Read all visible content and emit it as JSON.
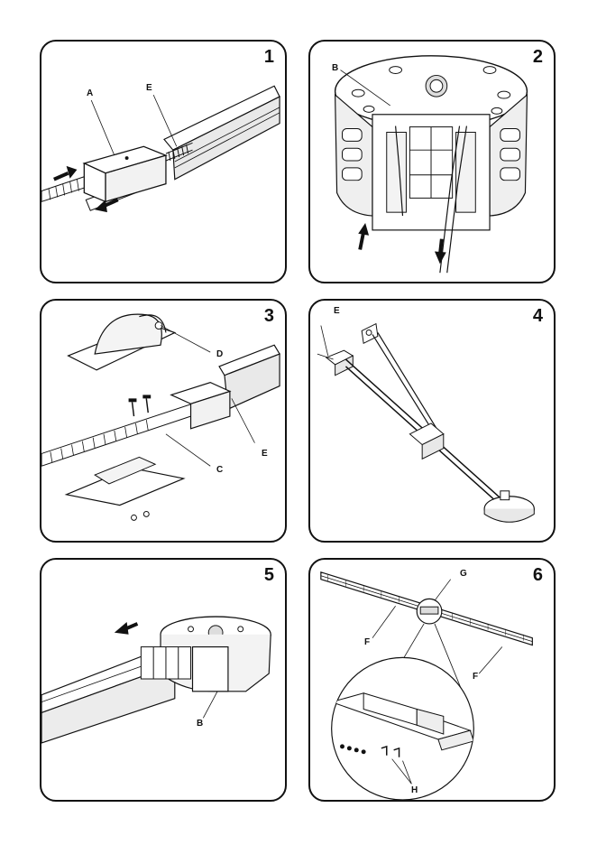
{
  "panels": [
    {
      "number": "1",
      "labels": [
        "A",
        "E"
      ]
    },
    {
      "number": "2",
      "labels": [
        "B"
      ]
    },
    {
      "number": "3",
      "labels": [
        "D",
        "E",
        "C"
      ]
    },
    {
      "number": "4",
      "labels": [
        "E"
      ]
    },
    {
      "number": "5",
      "labels": [
        "B"
      ]
    },
    {
      "number": "6",
      "labels": [
        "G",
        "F",
        "F",
        "H"
      ]
    }
  ]
}
